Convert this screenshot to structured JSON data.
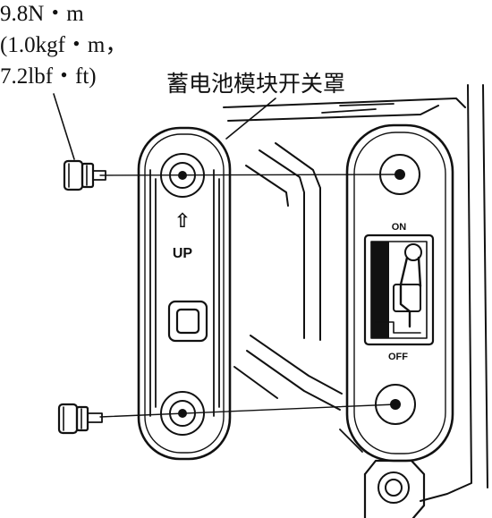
{
  "torque_spec": {
    "line1": "9.8N・m",
    "line2": "(1.0kgf・m，",
    "line3": "7.2lbf・ft)"
  },
  "callout": {
    "cover_label": "蓄电池模块开关罩"
  },
  "cover_marks": {
    "up_label": "UP",
    "up_arrow": "⇧"
  },
  "switch_marks": {
    "on_label": "ON",
    "off_label": "OFF"
  }
}
